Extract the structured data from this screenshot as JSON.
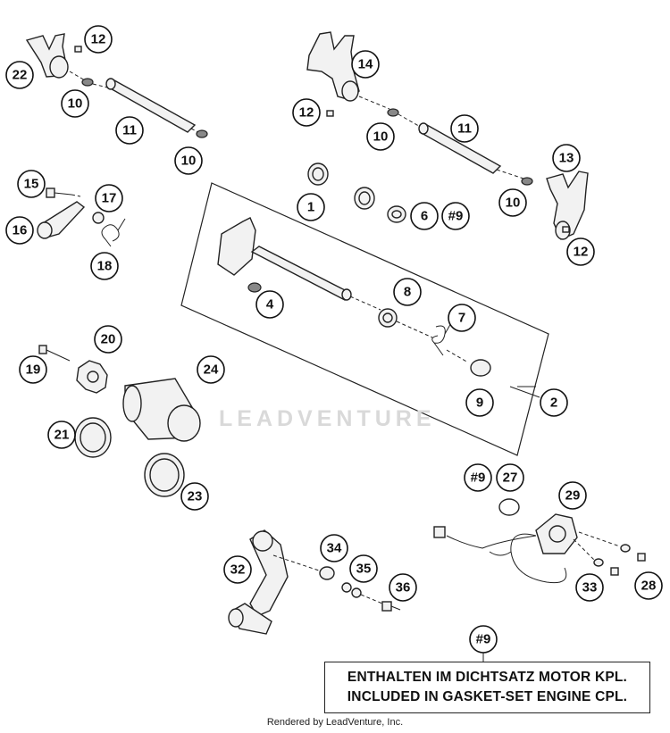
{
  "callouts": {
    "c22": "22",
    "c12a": "12",
    "c10a": "10",
    "c11a": "11",
    "c10b": "10",
    "c14": "14",
    "c12b": "12",
    "c10c": "10",
    "c11b": "11",
    "c13": "13",
    "c10d": "10",
    "c12c": "12",
    "c1": "1",
    "c6": "6",
    "c9a": "#9",
    "c15": "15",
    "c17": "17",
    "c16": "16",
    "c18": "18",
    "c8": "8",
    "c4": "4",
    "c7": "7",
    "c20": "20",
    "c19": "19",
    "c24": "24",
    "c9b": "9",
    "c2": "2",
    "c21": "21",
    "c23": "23",
    "c9c": "#9",
    "c27": "27",
    "c29": "29",
    "c34": "34",
    "c32": "32",
    "c35": "35",
    "c36": "36",
    "c33": "33",
    "c28": "28",
    "c9d": "#9"
  },
  "watermark": "LEADVENTURE",
  "note": {
    "line1": "ENTHALTEN IM DICHTSATZ MOTOR KPL.",
    "line2": "INCLUDED IN GASKET-SET ENGINE CPL."
  },
  "footer": "Rendered by LeadVenture, Inc."
}
